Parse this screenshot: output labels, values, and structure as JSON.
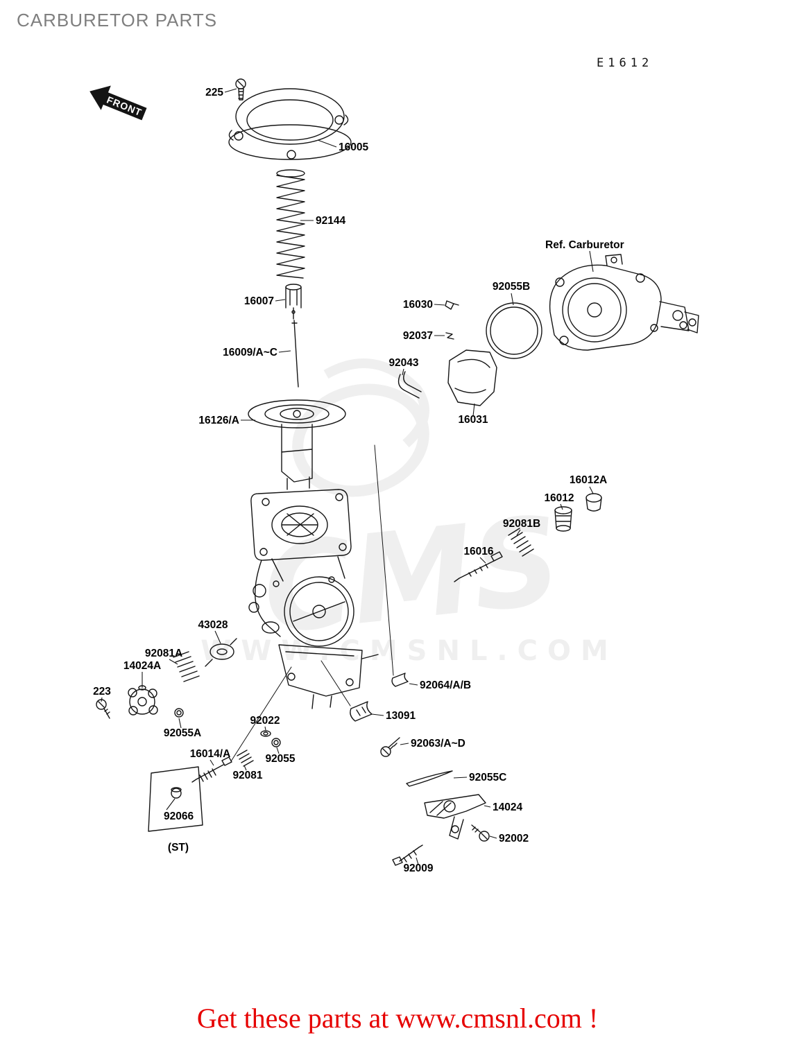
{
  "page": {
    "title": "CARBURETOR PARTS",
    "diagram_code": "E1612",
    "front_label": "FRONT",
    "footer_text": "Get these parts at www.cmsnl.com !",
    "watermark": {
      "main": "CMS",
      "sub": "WWW.CMSNL.COM"
    },
    "colors": {
      "footer_red": "#e60000",
      "title_gray": "#7f7f7f",
      "line_black": "#141414",
      "watermark_gray": "#e2e2e2"
    }
  },
  "parts": [
    {
      "label": "225"
    },
    {
      "label": "16005"
    },
    {
      "label": "92144"
    },
    {
      "label": "16007"
    },
    {
      "label": "16009/A~C"
    },
    {
      "label": "16126/A"
    },
    {
      "label": "16030"
    },
    {
      "label": "92037"
    },
    {
      "label": "92043"
    },
    {
      "label": "16031"
    },
    {
      "label": "92055B"
    },
    {
      "label": "Ref. Carburetor"
    },
    {
      "label": "16012A"
    },
    {
      "label": "16012"
    },
    {
      "label": "92081B"
    },
    {
      "label": "16016"
    },
    {
      "label": "43028"
    },
    {
      "label": "92081A"
    },
    {
      "label": "14024A"
    },
    {
      "label": "223"
    },
    {
      "label": "92055A"
    },
    {
      "label": "92022"
    },
    {
      "label": "92055"
    },
    {
      "label": "16014/A"
    },
    {
      "label": "92081"
    },
    {
      "label": "92066"
    },
    {
      "label": "(ST)"
    },
    {
      "label": "13091"
    },
    {
      "label": "92064/A/B"
    },
    {
      "label": "92063/A~D"
    },
    {
      "label": "92055C"
    },
    {
      "label": "14024"
    },
    {
      "label": "92002"
    },
    {
      "label": "92009"
    }
  ]
}
